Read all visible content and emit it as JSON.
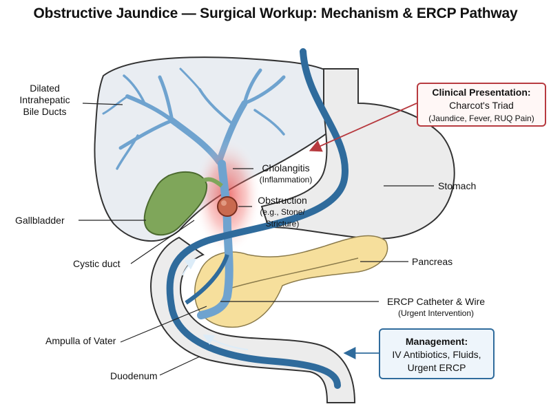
{
  "title": "Obstructive Jaundice — Surgical Workup: Mechanism & ERCP Pathway",
  "labels": {
    "dilated_ducts": [
      "Dilated",
      "Intrahepatic",
      "Bile Ducts"
    ],
    "gallbladder": "Gallbladder",
    "cystic_duct": "Cystic duct",
    "ampulla": "Ampulla of Vater",
    "duodenum": "Duodenum",
    "cholangitis": "Cholangitis",
    "cholangitis_sub": "(Inflammation)",
    "obstruction": "Obstruction",
    "obstruction_sub": [
      "(e.g., Stone/",
      "Stricture)"
    ],
    "stomach": "Stomach",
    "pancreas": "Pancreas",
    "ercp": "ERCP Catheter & Wire",
    "ercp_sub": "(Urgent Intervention)"
  },
  "clinical": {
    "heading": "Clinical Presentation:",
    "line": "Charcot's Triad",
    "detail": "(Jaundice, Fever, RUQ Pain)"
  },
  "management": {
    "heading": "Management:",
    "lines": [
      "IV Antibiotics, Fluids,",
      "Urgent ERCP"
    ]
  },
  "colors": {
    "liver": "#e9edf2",
    "bile_duct": "#6fa3cf",
    "gallbladder": "#7fa65a",
    "stomach": "#ececec",
    "pancreas": "#f6df9c",
    "catheter": "#2f6b9c",
    "inflammation": "#e8403f",
    "clinical_border": "#b73a3f",
    "management_border": "#2f6b9c"
  }
}
